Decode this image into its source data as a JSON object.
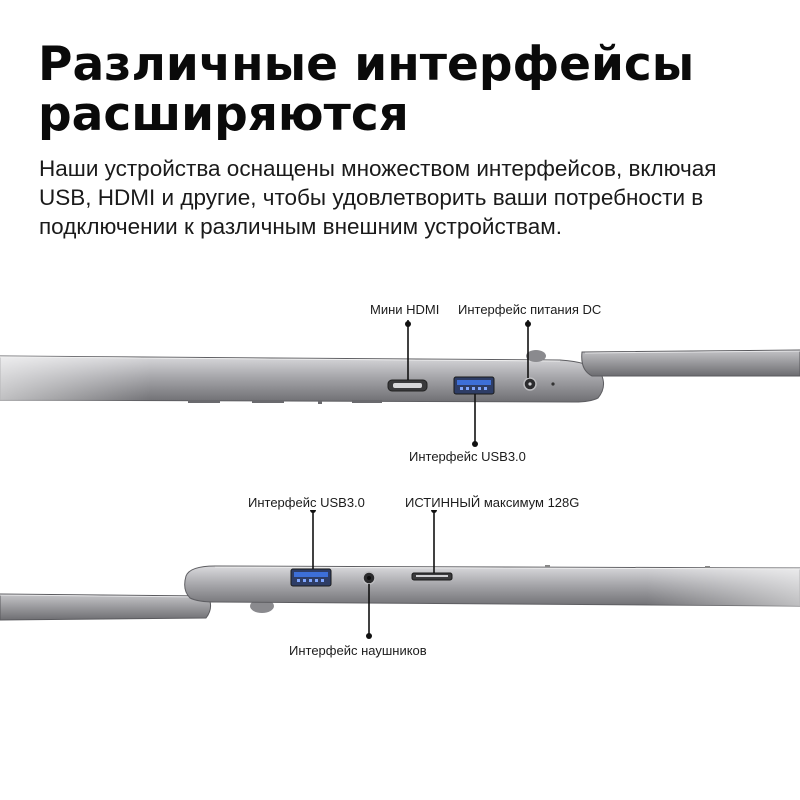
{
  "title": {
    "line1": "Различные интерфейсы",
    "line2": "расширяются"
  },
  "description": "Наши устройства оснащены множеством интерфейсов, включая USB, HDMI и другие, чтобы удовлетворить ваши потребности в подключении к различным внешним устройствам.",
  "right_side": {
    "mini_hdmi": "Мини HDMI",
    "dc_power": "Интерфейс питания DC",
    "usb30": "Интерфейс USB3.0"
  },
  "left_side": {
    "usb30": "Интерфейс USB3.0",
    "card_reader": "ИСТИННЫЙ максимум 128G",
    "headphone": "Интерфейс наушников"
  }
}
